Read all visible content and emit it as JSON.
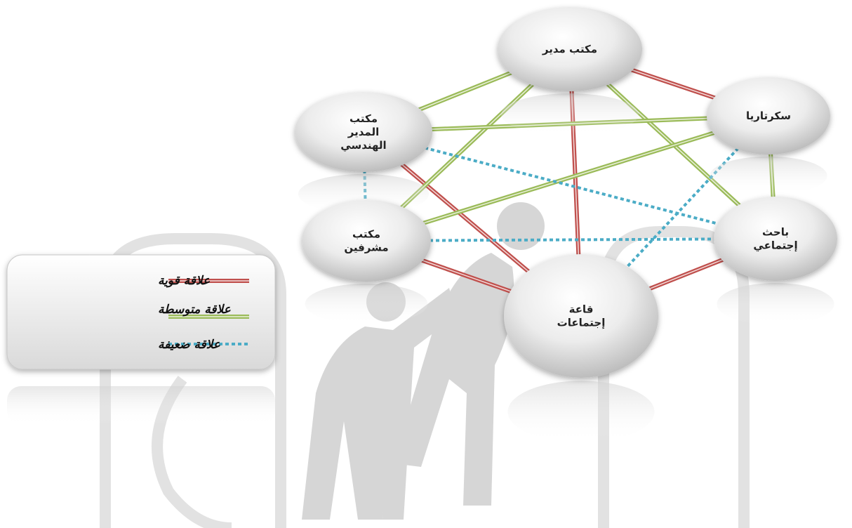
{
  "nodes": [
    {
      "id": "manager",
      "lines": [
        "مكتب مدير"
      ]
    },
    {
      "id": "engineer",
      "lines": [
        "مكتب",
        "المدير",
        "الهندسي"
      ]
    },
    {
      "id": "secretary",
      "lines": [
        "سكرتاريا"
      ]
    },
    {
      "id": "supervisors",
      "lines": [
        "مكتب",
        "مشرفين"
      ]
    },
    {
      "id": "researcher",
      "lines": [
        "باحث",
        "إجتماعي"
      ]
    },
    {
      "id": "meeting",
      "lines": [
        "قاعة",
        "إجتماعات"
      ]
    }
  ],
  "edges": [
    {
      "from": "manager",
      "to": "secretary",
      "type": "strong"
    },
    {
      "from": "manager",
      "to": "meeting",
      "type": "strong"
    },
    {
      "from": "engineer",
      "to": "meeting",
      "type": "strong"
    },
    {
      "from": "supervisors",
      "to": "meeting",
      "type": "strong"
    },
    {
      "from": "researcher",
      "to": "meeting",
      "type": "strong"
    },
    {
      "from": "manager",
      "to": "engineer",
      "type": "medium"
    },
    {
      "from": "manager",
      "to": "supervisors",
      "type": "medium"
    },
    {
      "from": "manager",
      "to": "researcher",
      "type": "medium"
    },
    {
      "from": "engineer",
      "to": "secretary",
      "type": "medium"
    },
    {
      "from": "secretary",
      "to": "supervisors",
      "type": "medium"
    },
    {
      "from": "secretary",
      "to": "researcher",
      "type": "medium"
    },
    {
      "from": "engineer",
      "to": "researcher",
      "type": "weak"
    },
    {
      "from": "engineer",
      "to": "supervisors",
      "type": "weak"
    },
    {
      "from": "supervisors",
      "to": "researcher",
      "type": "weak"
    },
    {
      "from": "secretary",
      "to": "meeting",
      "type": "weak"
    }
  ],
  "legend": {
    "strong": "علاقة قوية",
    "medium": "علاقة متوسطة",
    "weak": "علاقة ضعيفة"
  },
  "colors": {
    "strong": "#c0504d",
    "medium": "#9bbb59",
    "weak": "#4bacc6",
    "watermark": "#d9d9d9"
  }
}
